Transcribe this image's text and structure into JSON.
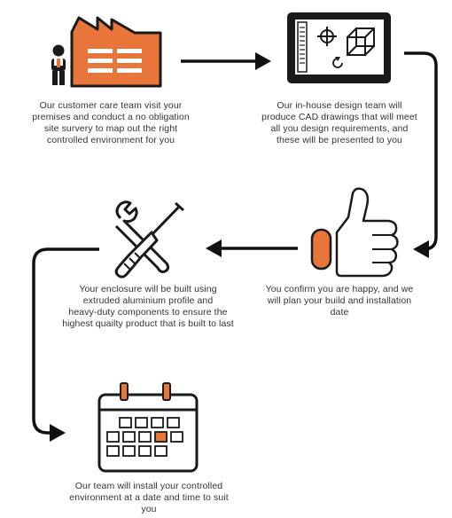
{
  "colors": {
    "accent": "#e8763a",
    "ink": "#1a1a1a",
    "text": "#333333"
  },
  "steps": [
    {
      "icons": [
        "person-icon",
        "factory-icon"
      ],
      "lines": [
        "Our customer care team visit your",
        "premises and conduct a no obligation",
        "site survery to map out the right",
        "controlled environment for you"
      ]
    },
    {
      "icons": [
        "cad-monitor-icon"
      ],
      "lines": [
        "Our in-house design team will",
        "produce CAD drawings that will meet",
        "all you design requirements, and",
        "these will be presented to you"
      ]
    },
    {
      "icons": [
        "tools-icon"
      ],
      "lines": [
        "Your enclosure will be built using",
        "extruded aluminium profile and",
        "heavy-duty components to ensure the",
        "highest quailty product that is built to last"
      ]
    },
    {
      "icons": [
        "thumbs-up-icon"
      ],
      "lines": [
        "You confirm you are happy, and we",
        "will plan your build and installation",
        "date"
      ]
    },
    {
      "icons": [
        "calendar-icon"
      ],
      "lines": [
        "Our team will install your controlled",
        "environment at a date and time to suit",
        "you"
      ]
    }
  ]
}
